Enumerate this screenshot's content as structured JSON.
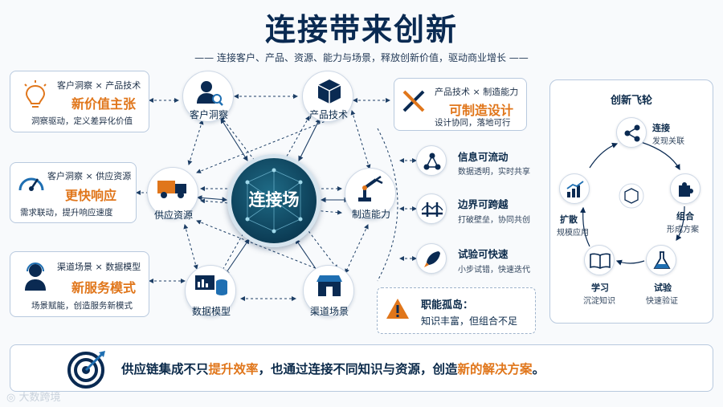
{
  "title": "连接带来创新",
  "subtitle": "—— 连接客户、产品、资源、能力与场景，释放创新价值，驱动商业增长 ——",
  "left_cards": [
    {
      "top": "客户洞察 × 产品技术",
      "headline": "新价值主张",
      "bottom": "洞察驱动，定义差异化价值",
      "icon": "lightbulb-icon"
    },
    {
      "top": "客户洞察 × 供应资源",
      "headline": "更快响应",
      "bottom": "需求联动，提升响应速度",
      "icon": "speedometer-icon"
    },
    {
      "top": "渠道场景 × 数据模型",
      "headline": "新服务模式",
      "bottom": "场景赋能，创造服务新模式",
      "icon": "headset-icon"
    }
  ],
  "nodes": {
    "customer": "客户洞察",
    "product": "产品技术",
    "supply": "供应资源",
    "manufacturing": "制造能力",
    "data": "数据模型",
    "channel": "渠道场景"
  },
  "hub": "连接场",
  "right_top_card": {
    "top": "产品技术 × 制造能力",
    "headline": "可制造设计",
    "bottom": "设计协同，落地可行"
  },
  "benefits": [
    {
      "title": "信息可流动",
      "desc": "数据透明，实时共享",
      "icon": "network-icon"
    },
    {
      "title": "边界可跨越",
      "desc": "打破壁垒，协同共创",
      "icon": "bridge-icon"
    },
    {
      "title": "试验可快速",
      "desc": "小步试错，快速迭代",
      "icon": "rocket-icon"
    }
  ],
  "warning": {
    "title": "职能孤岛：",
    "desc": "知识丰富，但组合不足"
  },
  "flywheel": {
    "title": "创新飞轮",
    "steps": [
      {
        "title": "连接",
        "desc": "发现关联",
        "icon": "share-icon"
      },
      {
        "title": "组合",
        "desc": "形成方案",
        "icon": "puzzle-icon"
      },
      {
        "title": "试验",
        "desc": "快速验证",
        "icon": "flask-icon"
      },
      {
        "title": "学习",
        "desc": "沉淀知识",
        "icon": "book-icon"
      },
      {
        "title": "扩散",
        "desc": "规模应用",
        "icon": "growth-chart-icon"
      }
    ]
  },
  "banner": {
    "part1": "供应链集成不只",
    "highlight1": "提升效率",
    "part2": "，也通过连接不同知识与资源，创造",
    "highlight2": "新的解决方案",
    "part3": "。"
  },
  "watermark": "大数跨境",
  "colors": {
    "navy": "#0a2a52",
    "orange": "#e0761b",
    "hub": "#0c3d56",
    "accent_blue": "#1f6fb2"
  }
}
